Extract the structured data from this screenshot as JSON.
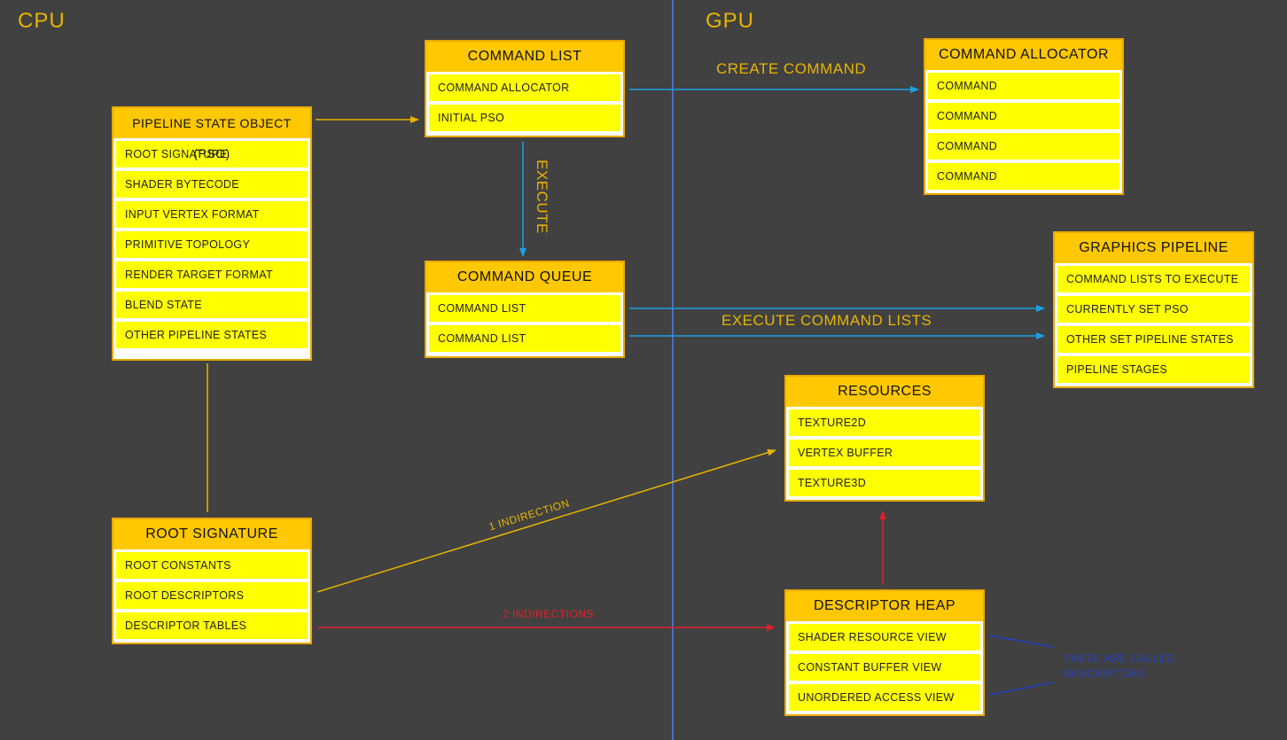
{
  "regions": {
    "cpu": "CPU",
    "gpu": "GPU"
  },
  "boxes": {
    "pso": {
      "title": "PIPELINE STATE OBJECT (PSO)",
      "items": [
        "ROOT SIGNATURE",
        "SHADER BYTECODE",
        "INPUT VERTEX FORMAT",
        "PRIMITIVE TOPOLOGY",
        "RENDER TARGET FORMAT",
        "BLEND STATE",
        "OTHER PIPELINE STATES"
      ]
    },
    "command_list": {
      "title": "COMMAND LIST",
      "items": [
        "COMMAND ALLOCATOR",
        "INITIAL PSO"
      ]
    },
    "command_queue": {
      "title": "COMMAND QUEUE",
      "items": [
        "COMMAND LIST",
        "COMMAND LIST"
      ]
    },
    "command_allocator": {
      "title": "COMMAND ALLOCATOR",
      "items": [
        "COMMAND",
        "COMMAND",
        "COMMAND",
        "COMMAND"
      ]
    },
    "graphics_pipeline": {
      "title": "GRAPHICS PIPELINE",
      "items": [
        "COMMAND LISTS TO EXECUTE",
        "CURRENTLY SET PSO",
        "OTHER SET PIPELINE STATES",
        "PIPELINE STAGES"
      ]
    },
    "resources": {
      "title": "RESOURCES",
      "items": [
        "TEXTURE2D",
        "VERTEX BUFFER",
        "TEXTURE3D"
      ]
    },
    "root_signature": {
      "title": "ROOT SIGNATURE",
      "items": [
        "ROOT CONSTANTS",
        "ROOT DESCRIPTORS",
        "DESCRIPTOR TABLES"
      ]
    },
    "descriptor_heap": {
      "title": "DESCRIPTOR HEAP",
      "items": [
        "SHADER RESOURCE VIEW",
        "CONSTANT BUFFER VIEW",
        "UNORDERED ACCESS VIEW"
      ]
    }
  },
  "labels": {
    "create_command": "CREATE COMMAND",
    "execute": "EXECUTE",
    "execute_command_lists": "EXECUTE COMMAND LISTS",
    "one_indirection": "1 INDIRECTION",
    "two_indirections": "2 INDIRECTIONS",
    "descriptors_note": "THESE ARE CALLED DESCRIPTORS"
  },
  "colors": {
    "background": "#414141",
    "header": "#ffc800",
    "item": "#ffff00",
    "orange_link": "#e8b400",
    "blue_link": "#1aa0e6",
    "red_link": "#e0202a",
    "note_blue": "#2040c0"
  }
}
